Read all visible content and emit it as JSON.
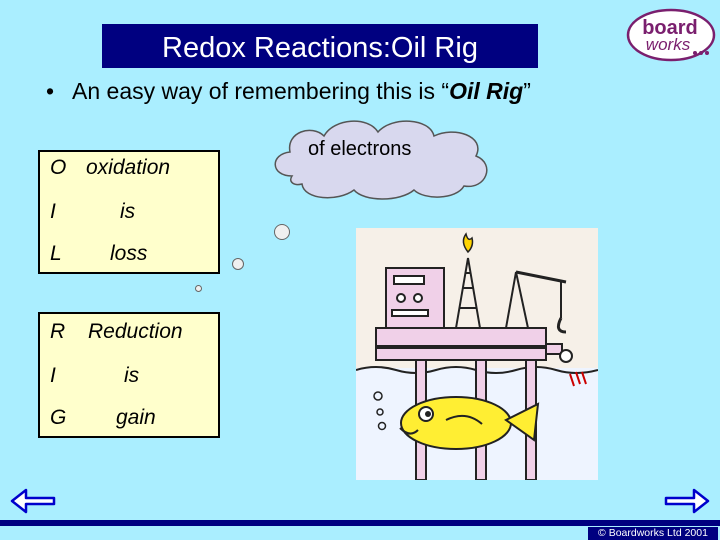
{
  "title": "Redox Reactions:Oil Rig",
  "logo": {
    "line1": "board",
    "line2": "works"
  },
  "bullet": {
    "prefix": "An easy way of remembering this is “",
    "highlight": "Oil Rig",
    "suffix": "”"
  },
  "cloud_text": "of electrons",
  "oil_box": {
    "rows": [
      {
        "letter": "O",
        "word": "oxidation"
      },
      {
        "letter": "I",
        "word": "is"
      },
      {
        "letter": "L",
        "word": "loss"
      }
    ]
  },
  "rig_box": {
    "rows": [
      {
        "letter": "R",
        "word": "Reduction"
      },
      {
        "letter": "I",
        "word": "is"
      },
      {
        "letter": "G",
        "word": "gain"
      }
    ]
  },
  "nav": {
    "back_icon": "left-arrow-icon",
    "forward_icon": "right-arrow-icon"
  },
  "copyright": "© Boardworks Ltd 2001",
  "colors": {
    "background": "#aaeeff",
    "title_bg": "#000080",
    "box_bg": "#ffffcc",
    "arrow": "#0000cc"
  }
}
